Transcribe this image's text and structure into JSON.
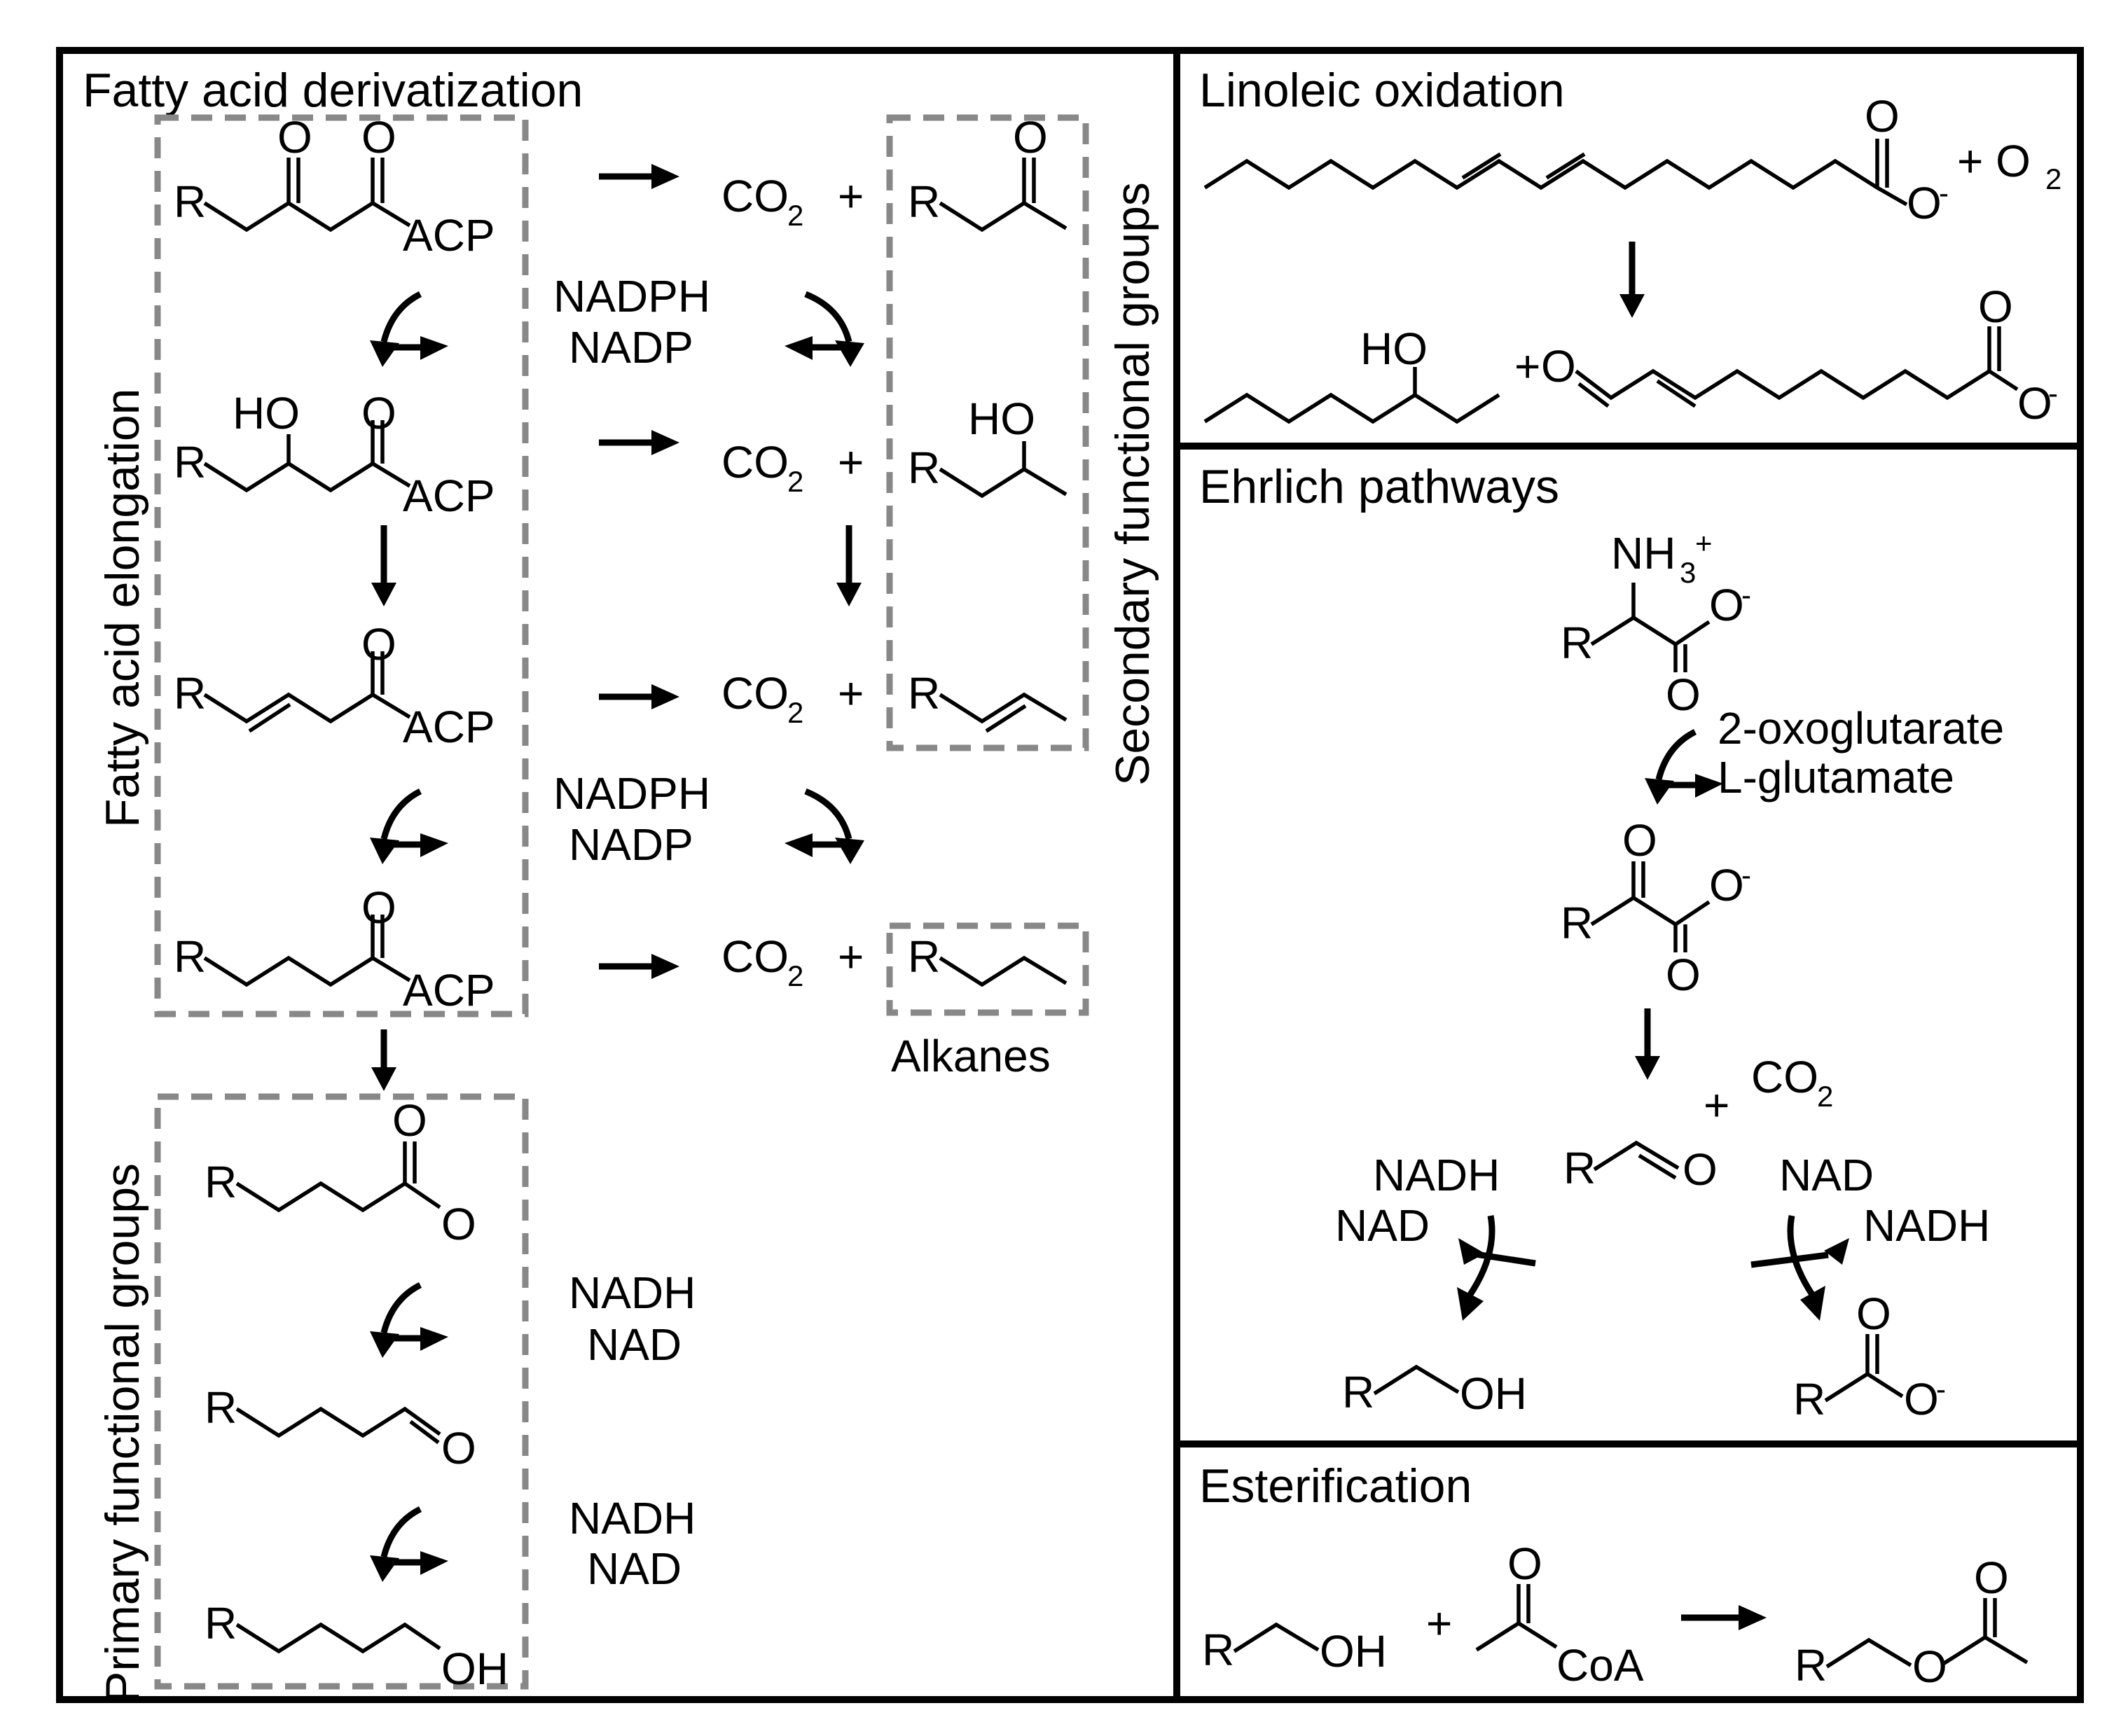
{
  "panels": {
    "fatty": {
      "title": "Fatty acid derivatization",
      "group_elongation": "Fatty acid elongation",
      "group_secondary": "Secondary functional groups",
      "group_primary": "Primary functional groups",
      "alkanes_label": "Alkanes",
      "cofactor_nadph": "NADPH",
      "cofactor_nadp": "NADP",
      "cofactor_nadh": "NADH",
      "cofactor_nad": "NAD",
      "co2_plus": "CO",
      "plus": "+"
    },
    "linoleic": {
      "title": "Linoleic oxidation",
      "o2": "+ O"
    },
    "ehrlich": {
      "title": "Ehrlich pathways",
      "cofactor_oxoglutarate": "2-oxoglutarate",
      "cofactor_glutamate": "L-glutamate",
      "co2": "CO",
      "plus": "+",
      "left_nadh": "NADH",
      "left_nad": "NAD",
      "right_nad": "NAD",
      "right_nadh": "NADH"
    },
    "esterification": {
      "title": "Esterification",
      "plus": "+"
    }
  },
  "atoms": {
    "R": "R",
    "O": "O",
    "HO": "HO",
    "OH": "OH",
    "ACP": "ACP",
    "CoA": "CoA",
    "NH3": "NH",
    "charge_minus": "-",
    "charge_plus": "+",
    "sub_2": "2",
    "sub_3": "3"
  },
  "icons": {
    "straight": "reaction-arrow-icon",
    "curved": "cofactor-exchange-arrow-icon"
  }
}
